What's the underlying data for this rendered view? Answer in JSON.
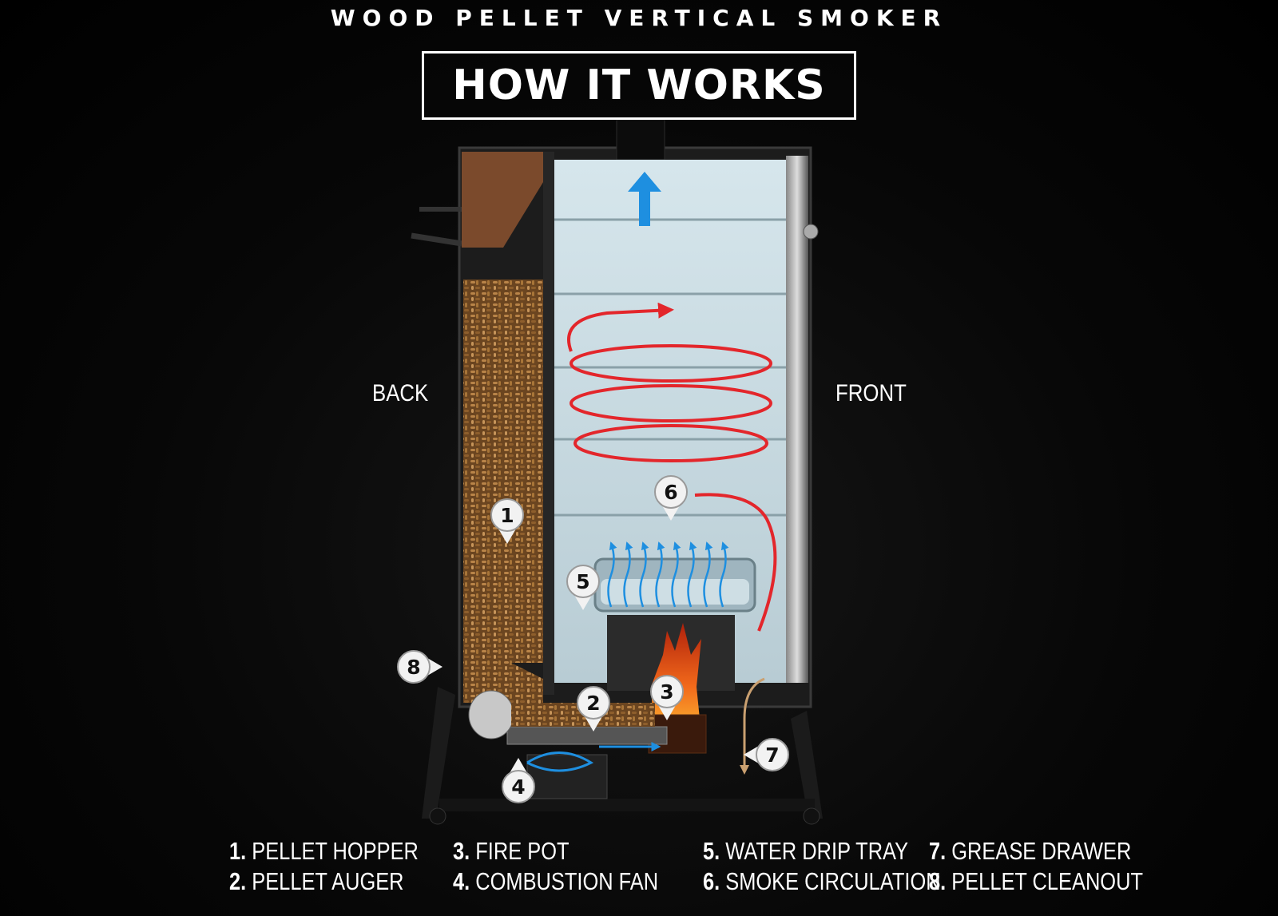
{
  "subtitle": "WOOD PELLET VERTICAL SMOKER",
  "title": "HOW IT WORKS",
  "side_labels": {
    "back": "BACK",
    "front": "FRONT"
  },
  "markers": [
    {
      "number": "1",
      "label": "PELLET HOPPER"
    },
    {
      "number": "2",
      "label": "PELLET AUGER"
    },
    {
      "number": "3",
      "label": "FIRE POT"
    },
    {
      "number": "4",
      "label": "COMBUSTION FAN"
    },
    {
      "number": "5",
      "label": "WATER DRIP TRAY"
    },
    {
      "number": "6",
      "label": "SMOKE CIRCULATION"
    },
    {
      "number": "7",
      "label": "GREASE DRAWER"
    },
    {
      "number": "8",
      "label": "PELLET CLEANOUT"
    }
  ],
  "legend": [
    {
      "num": "1.",
      "text": "PELLET HOPPER"
    },
    {
      "num": "2.",
      "text": "PELLET AUGER"
    },
    {
      "num": "3.",
      "text": "FIRE POT"
    },
    {
      "num": "4.",
      "text": "COMBUSTION FAN"
    },
    {
      "num": "5.",
      "text": "WATER DRIP TRAY"
    },
    {
      "num": "6.",
      "text": "SMOKE CIRCULATION"
    },
    {
      "num": "7.",
      "text": "GREASE DRAWER"
    },
    {
      "num": "8.",
      "text": "PELLET CLEANOUT"
    }
  ],
  "colors": {
    "smoke_path": "#e3262b",
    "air_flow": "#1e8fe0",
    "pellets": "#9a6a36",
    "flame": "#f26a1b",
    "grease_path": "#caa070"
  }
}
